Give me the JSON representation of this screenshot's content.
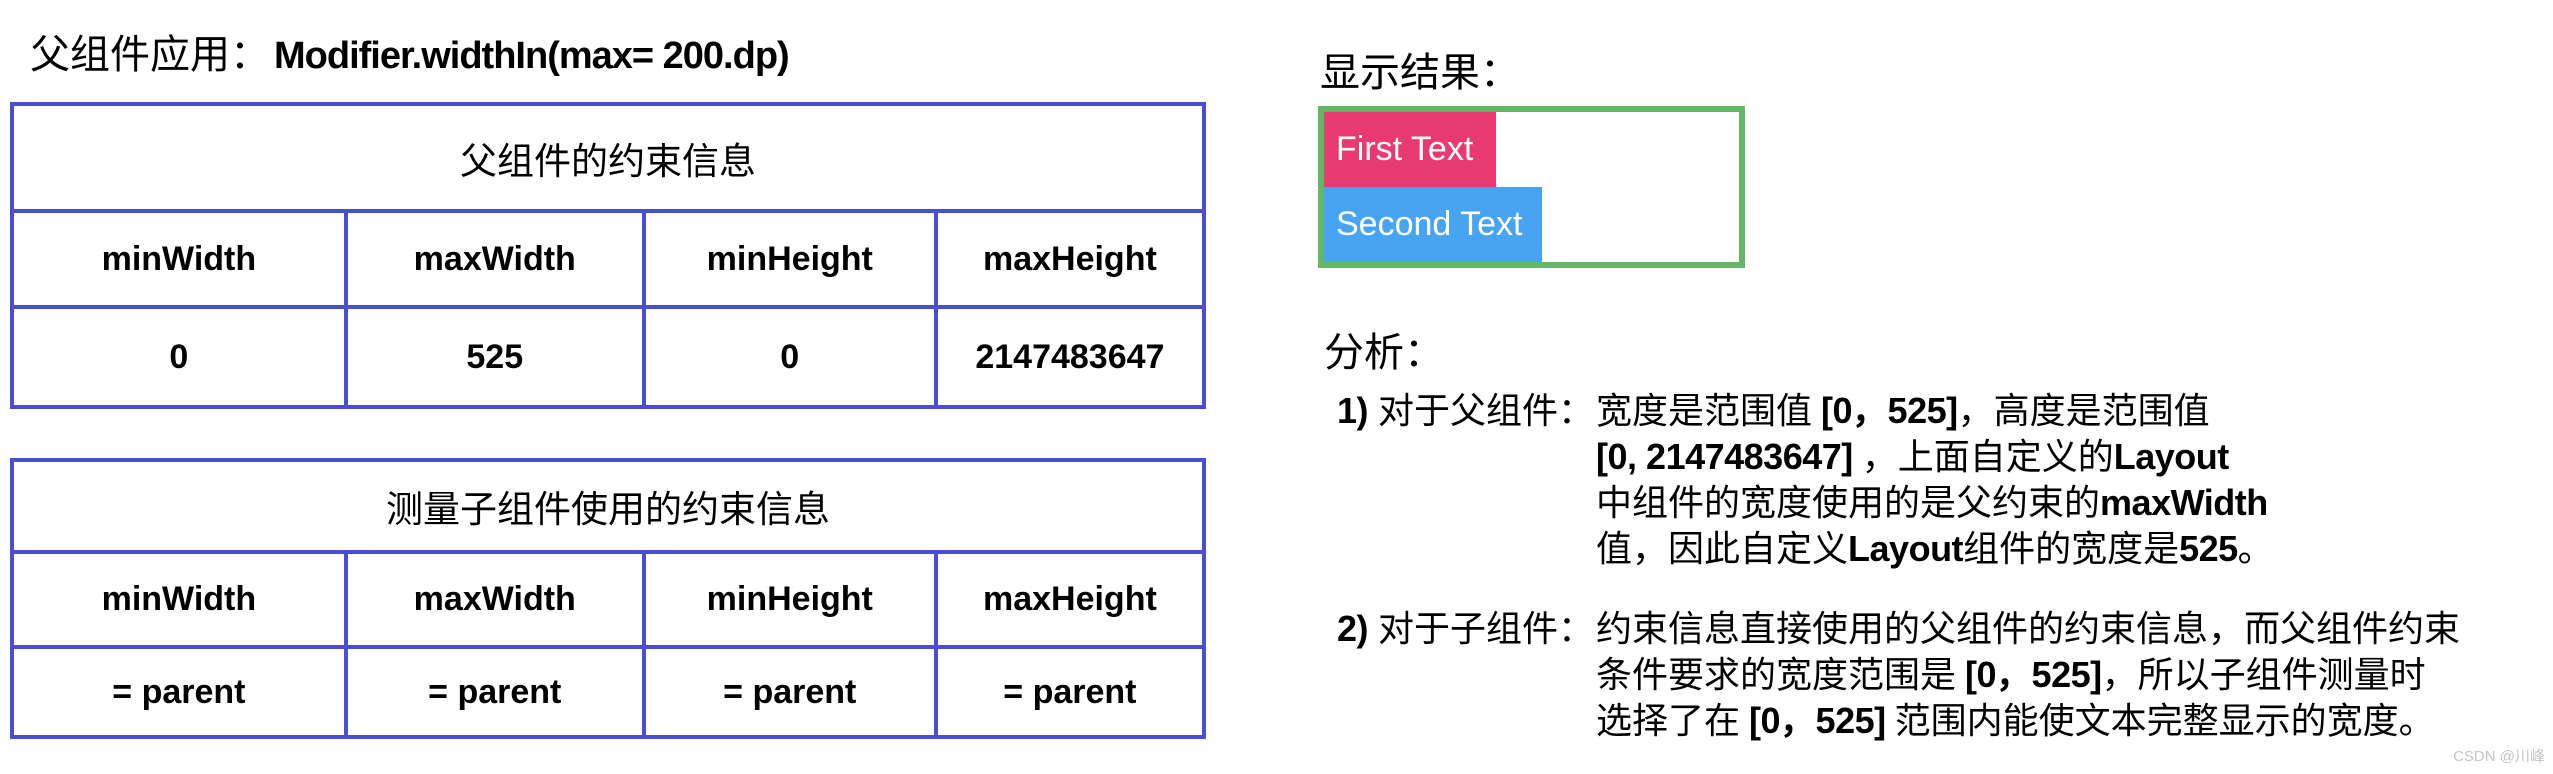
{
  "page": {
    "title_prefix": "父组件应用：",
    "title_code": "Modifier.widthIn(max= 200.dp)"
  },
  "tables": [
    {
      "caption": "父组件的约束信息",
      "headers": [
        "minWidth",
        "maxWidth",
        "minHeight",
        "maxHeight"
      ],
      "values": [
        "0",
        "525",
        "0",
        "2147483647"
      ]
    },
    {
      "caption": "测量子组件使用的约束信息",
      "headers": [
        "minWidth",
        "maxWidth",
        "minHeight",
        "maxHeight"
      ],
      "values": [
        "= parent",
        "= parent",
        "= parent",
        "= parent"
      ]
    }
  ],
  "result": {
    "label": "显示结果：",
    "first_text": "First Text",
    "second_text": "Second Text"
  },
  "analysis": {
    "label": "分析：",
    "points": [
      {
        "marker": "1)",
        "lead": "对于父组件：",
        "lines": [
          [
            {
              "t": "宽度是范围值 "
            },
            {
              "t": "[0，525]",
              "b": true
            },
            {
              "t": "，高度是范围值"
            }
          ],
          [
            {
              "t": "[0, 2147483647]",
              "b": true
            },
            {
              "t": " ，上面自定义的"
            },
            {
              "t": "Layout",
              "b": true
            }
          ],
          [
            {
              "t": "中组件的宽度使用的是父约束的"
            },
            {
              "t": "maxWidth",
              "b": true
            }
          ],
          [
            {
              "t": "值，因此自定义"
            },
            {
              "t": "Layout",
              "b": true
            },
            {
              "t": "组件的宽度是"
            },
            {
              "t": "525",
              "b": true
            },
            {
              "t": "。"
            }
          ]
        ]
      },
      {
        "marker": "2)",
        "lead": "对于子组件：",
        "lines": [
          [
            {
              "t": "约束信息直接使用的父组件的约束信息，而父组件约束"
            }
          ],
          [
            {
              "t": "条件要求的宽度范围是 "
            },
            {
              "t": "[0，525]",
              "b": true
            },
            {
              "t": "，所以子组件测量时"
            }
          ],
          [
            {
              "t": "选择了在 "
            },
            {
              "t": "[0，525]",
              "b": true
            },
            {
              "t": " 范围内能使文本完整显示的宽度。"
            }
          ]
        ]
      }
    ]
  },
  "watermark": "CSDN @川峰",
  "colors": {
    "table_border": "#4A4ED3",
    "box_border": "#63B863",
    "first_bg": "#E83A70",
    "second_bg": "#47A4F2",
    "watermark": "#C5C5C5"
  }
}
